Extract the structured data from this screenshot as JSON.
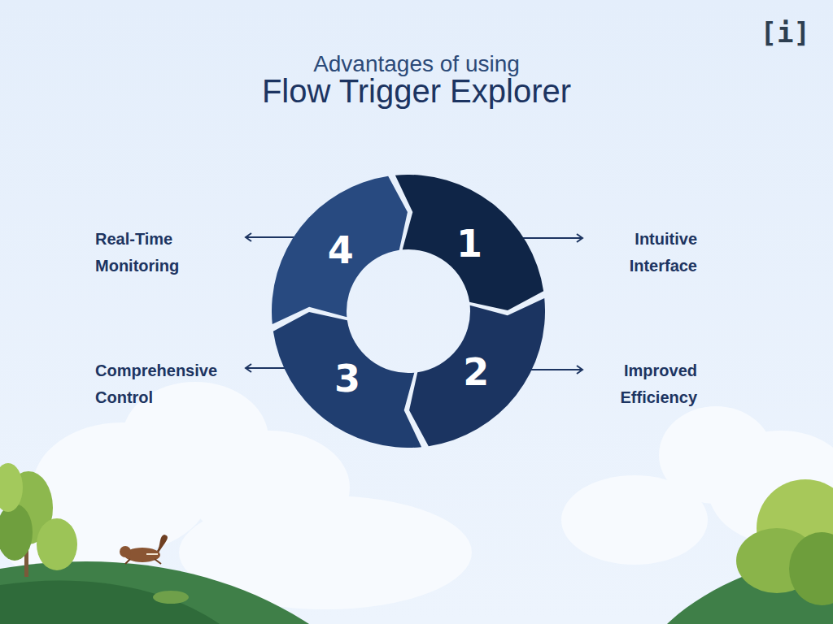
{
  "diagram": {
    "title": "Flow Trigger Explorer",
    "nodes": [
      {
        "text": [
          "1"
        ]
      },
      {
        "text": [
          "2"
        ]
      },
      {
        "text": [
          "3"
        ]
      },
      {
        "text": [
          "4"
        ]
      }
    ],
    "labels": [
      "Advantages of using",
      "[i]",
      "Real-Time Monitoring",
      "Intuitive Interface",
      "Comprehensive Control",
      "Improved Efficiency"
    ]
  }
}
